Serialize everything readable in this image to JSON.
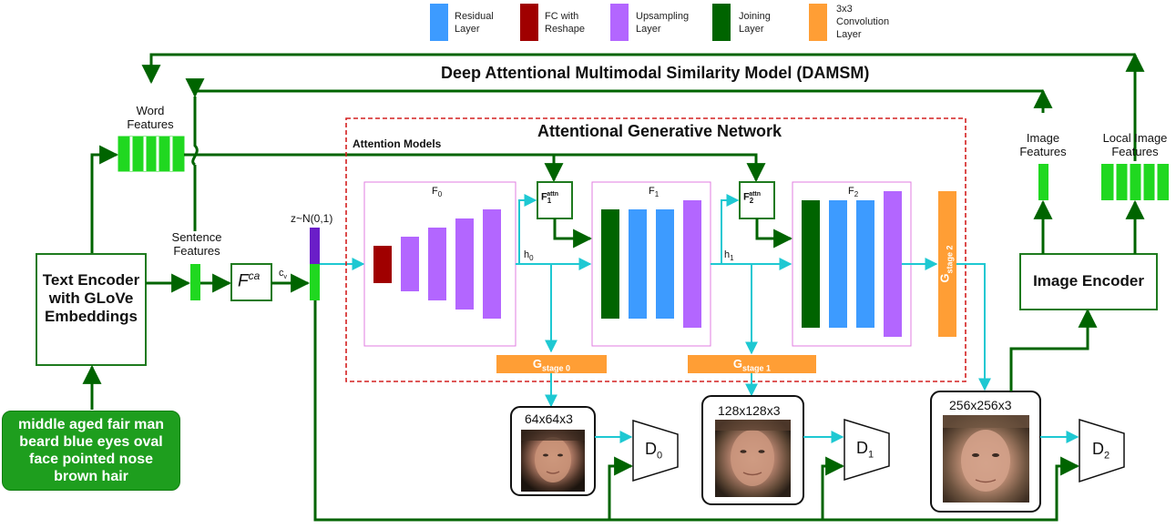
{
  "legend": [
    {
      "label": "Residual Layer",
      "color": "#3d9bff"
    },
    {
      "label": "FC with Reshape",
      "color": "#a00000"
    },
    {
      "label": "Upsampling Layer",
      "color": "#b366ff"
    },
    {
      "label": "Joining Layer",
      "color": "#006400"
    },
    {
      "label": "3x3 Convolution Layer",
      "color": "#ff9e35"
    }
  ],
  "damsm_title": "Deep Attentional Multimodal Similarity Model (DAMSM)",
  "agn_title": "Attentional Generative Network",
  "attention_models_label": "Attention Models",
  "word_features": "Word Features",
  "sentence_features": "Sentence Features",
  "image_features": "Image Features",
  "local_image_features": "Local Image Features",
  "text_encoder": "Text Encoder with GLoVe Embeddings",
  "image_encoder": "Image Encoder",
  "input_text": "middle aged fair man beard blue eyes oval face pointed nose brown hair",
  "noise": "z~N(0,1)",
  "fca": {
    "base": "F",
    "sup": "ca"
  },
  "cv": {
    "base": "c",
    "sub": "v"
  },
  "stages": {
    "f0": {
      "base": "F",
      "sub": "0"
    },
    "f1": {
      "base": "F",
      "sub": "1"
    },
    "f2": {
      "base": "F",
      "sub": "2"
    },
    "h0": {
      "base": "h",
      "sub": "0"
    },
    "h1": {
      "base": "h",
      "sub": "1"
    },
    "f1attn": {
      "base": "F",
      "sub": "1",
      "sup": "attn"
    },
    "f2attn": {
      "base": "F",
      "sub": "2",
      "sup": "attn"
    },
    "g0": {
      "base": "G",
      "sub": "stage 0"
    },
    "g1": {
      "base": "G",
      "sub": "stage 1"
    },
    "g2": {
      "base": "G",
      "sub": "stage 2"
    }
  },
  "resolutions": [
    "64x64x3",
    "128x128x3",
    "256x256x3"
  ],
  "discriminators": [
    {
      "base": "D",
      "sub": "0"
    },
    {
      "base": "D",
      "sub": "1"
    },
    {
      "base": "D",
      "sub": "2"
    }
  ],
  "colors": {
    "dark_green": "#006400",
    "cyan": "#1ec8d2",
    "bright_green": "#20d820",
    "border_red": "#d42020",
    "stage_border": "#e07ee0",
    "noise_purple": "#6a1ec8"
  }
}
